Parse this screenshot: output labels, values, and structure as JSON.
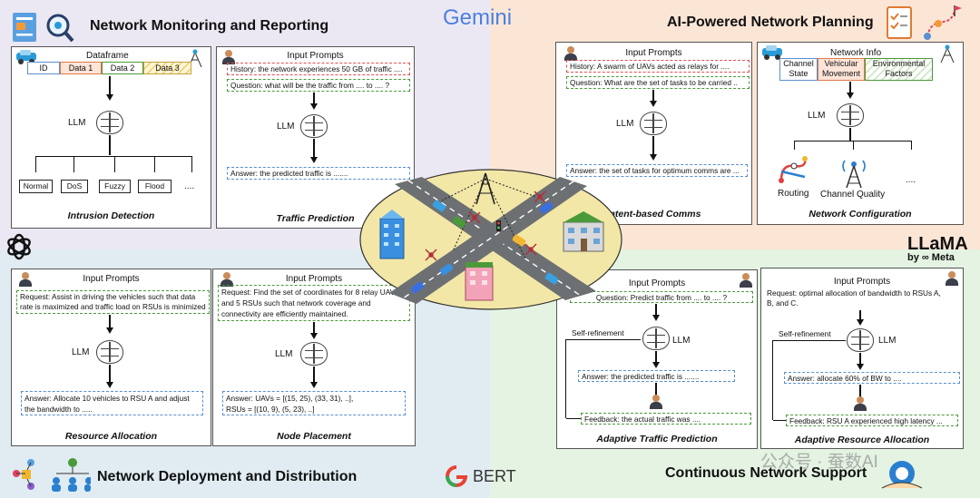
{
  "quadrants": {
    "tl_title": "Network Monitoring and Reporting",
    "tr_title": "AI-Powered Network Planning",
    "bl_title": "Network Deployment and Distribution",
    "br_title": "Continuous Network Support"
  },
  "brands": {
    "gemini": "Gemini",
    "llama": "LLaMA",
    "llama_sub": "by ∞ Meta",
    "bert": "BERT",
    "watermark": "公众号 · 蚕数AI"
  },
  "llm_label": "LLM",
  "intrusion": {
    "header": "Dataframe",
    "columns": [
      "ID",
      "Data 1",
      "Data 2",
      "Data 3"
    ],
    "leaves": [
      "Normal",
      "DoS",
      "Fuzzy",
      "Flood",
      "...."
    ],
    "caption": "Intrusion Detection"
  },
  "traffic": {
    "header": "Input Prompts",
    "history": "History: the network experiences 50 GB of traffic .... ",
    "question": "Question: what will be the traffic from .... to .... ?",
    "answer": "Answer: the predicted traffic is .......",
    "caption": "Traffic Prediction"
  },
  "intent": {
    "header": "Input Prompts",
    "history": "History: A swarm of UAVs acted as relays for ....",
    "question": "Question: What are the set of tasks to be carried ..",
    "answer": "Answer: the set of tasks for optimum comms are ...",
    "caption": "Intent-based Comms"
  },
  "netconfig": {
    "header": "Network Info",
    "columns": [
      "Channel State",
      "Vehicular Movement",
      "Environmental Factors"
    ],
    "leaves": [
      "Routing",
      "Channel Quality",
      "...."
    ],
    "caption": "Network Configuration"
  },
  "resource": {
    "header": "Input Prompts",
    "request": "Request: Assist in driving the vehicles such that data rate is maximized and traffic load on RSUs is minimized",
    "answer": "Answer: Allocate 10 vehicles to RSU A and adjust the bandwidth to .....",
    "caption": "Resource Allocation"
  },
  "node": {
    "header": "Input Prompts",
    "request": "Request: Find the set of coordinates for 8 relay UAVs and 5 RSUs such that network coverage and connectivity are efficiently maintained.",
    "answer1": "Answer: UAVs = [(15, 25), (33, 31), ..],",
    "answer2": "RSUs = [(10, 9), (5, 23), ..]",
    "caption": "Node Placement"
  },
  "adaptive_traffic": {
    "header": "Input Prompts",
    "question": "Question: Predict traffic from .... to .... ?",
    "selfref": "Self-refinement",
    "answer": "Answer: the predicted traffic is .......",
    "feedback": "Feedback: the actual traffic was ....",
    "caption": "Adaptive Traffic Prediction"
  },
  "adaptive_resource": {
    "header": "Input Prompts",
    "request": "Request: optimal allocation of bandwidth to RSUs A, B, and C.",
    "selfref": "Self-refinement",
    "answer": "Answer: allocate 60% of BW to ....",
    "feedback": "Feedback: RSU A experienced high latency ...",
    "caption": "Adaptive Resource Allocation"
  },
  "colors": {
    "tl": "#ece8f3",
    "tr": "#fbe6d6",
    "bl": "#e0ecf2",
    "br": "#e4f3e2",
    "road": "#6d7073",
    "ground": "#f2e7a6"
  }
}
